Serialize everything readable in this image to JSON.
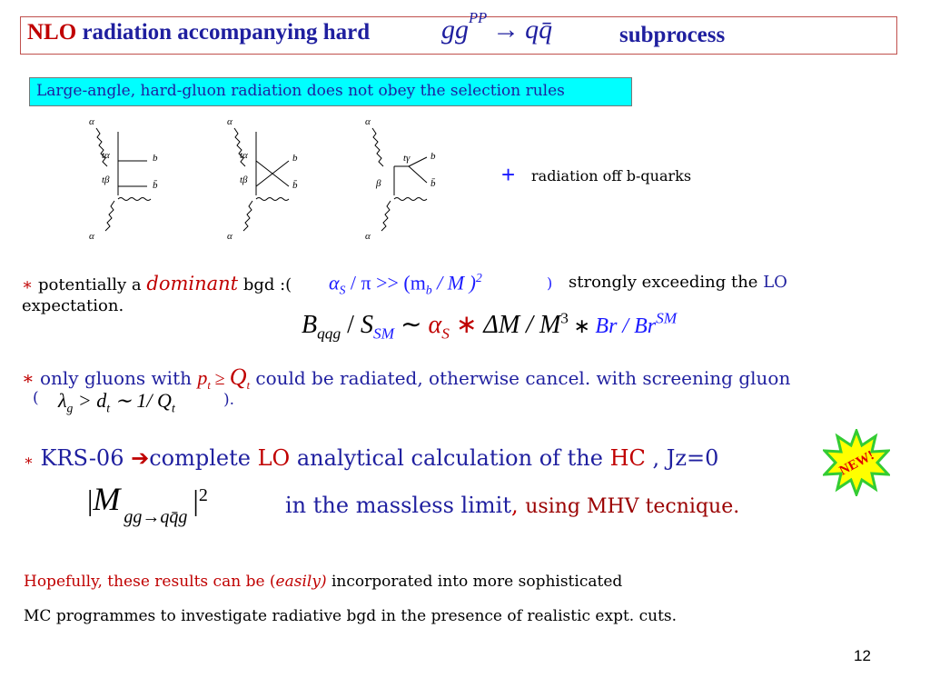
{
  "title": {
    "nlo": "NLO",
    "text": " radiation accompanying hard ",
    "math_gg": "gg",
    "math_pp": "PP",
    "arrow": "→",
    "math_q": "q",
    "math_qbar": "q̄",
    "subprocess": "subprocess"
  },
  "selection_rule": "Large-angle, hard-gluon radiation does not obey the selection rules",
  "diagrams": {
    "alpha": "α",
    "b": "b",
    "bbar": "b̄",
    "t_alpha": "tα",
    "t_beta": "tβ",
    "t_gamma": "tγ",
    "beta": "β"
  },
  "radiation_off": {
    "plus": "+",
    "text": "radiation off  b-quarks"
  },
  "point1": {
    "star": "∗",
    "prefix": " potentially a ",
    "dominant": "dominant",
    "bgd": " bgd :(",
    "alpha": "α",
    "S": "S",
    "ratio": " / π >> (m",
    "b": "b",
    "over_m": " / M )",
    "sq": "2",
    "close": ")",
    "strongly": "strongly exceeding the ",
    "lo": "LO",
    "expectation": "expectation."
  },
  "formula1": {
    "B": "B",
    "qqg": "qqg",
    "slash": " / ",
    "Sym": "S",
    "SM": "SM",
    "approx": " ∼ ",
    "alpha": "α",
    "S": "S",
    "times": " ∗ ",
    "delta": "ΔM / M",
    "cube": "3",
    "times2": " ∗ ",
    "br": "Br / Br",
    "brsm": "SM"
  },
  "point2": {
    "star": "∗",
    "text1": " only gluons with ",
    "p": "p",
    "t": "t",
    "ge": " ≥ ",
    "Q": "Q",
    "t2": "t",
    "text2": " could be radiated, otherwise cancel. with screening gluon",
    "open": "(",
    "lambda": "λ",
    "g": "g",
    "gt": " > d",
    "t3": "t",
    "sim": " ∼ 1/ Q",
    "t4": "t",
    "close": ")."
  },
  "point3": {
    "star": "∗",
    "krs": " KRS-06 ",
    "arrow": "➔",
    "complete": "complete ",
    "lo": "LO",
    "analytical": " analytical calculation of the ",
    "hc": "HC",
    "jz": " , Jz=0",
    "bar1": "|",
    "M": "M",
    "process": "gg→qq̄g",
    "bar2": "|",
    "sq": "2",
    "massless": "in the massless limit",
    "comma": ", ",
    "using": "using MHV tecnique."
  },
  "new_badge": "NEW!",
  "footer": {
    "hopefully": "Hopefully, these results can be (",
    "easily": "easily)",
    "incorporated": " incorporated into   more sophisticated",
    "line2": "MC programmes to investigate radiative bgd in the presence of realistic expt. cuts."
  },
  "page_number": "12"
}
